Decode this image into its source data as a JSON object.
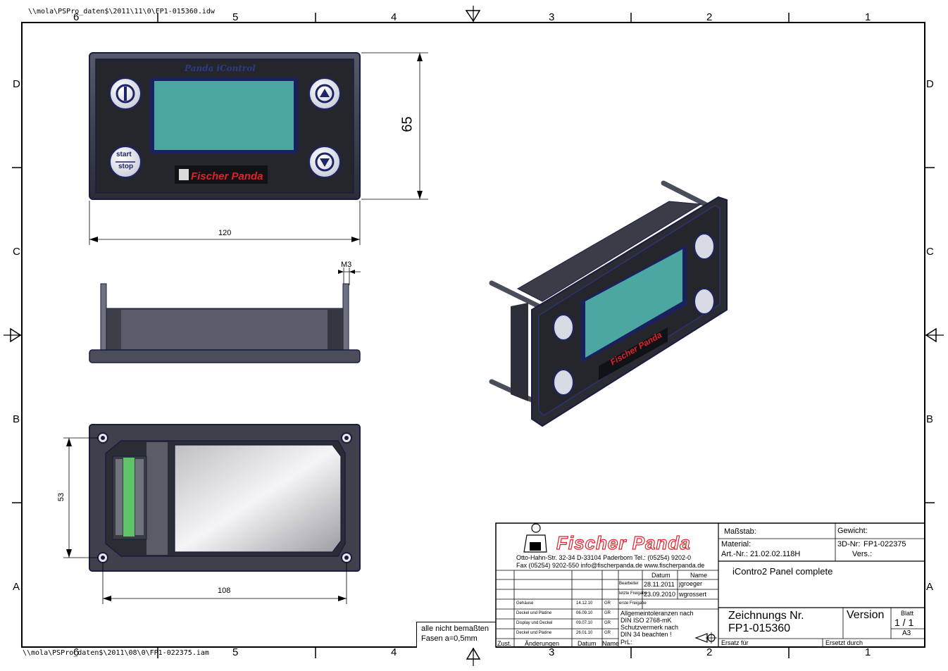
{
  "file_paths": {
    "top": "\\\\mola\\PSPro_daten$\\2011\\11\\0\\FP1-015360.idw",
    "bottom": "\\\\mola\\PSPro_daten$\\2011\\08\\0\\FP1-022375.iam"
  },
  "zones": {
    "columns": [
      "6",
      "5",
      "4",
      "3",
      "2",
      "1"
    ],
    "rows": [
      "D",
      "C",
      "B",
      "A"
    ]
  },
  "dimensions": {
    "width": "120",
    "height": "65",
    "thread": "M3",
    "rear_height": "53",
    "rear_width": "108"
  },
  "panel": {
    "display_label": "Panda iControl",
    "brand": "Fischer Panda",
    "start_label": "start",
    "stop_label": "stop"
  },
  "title_block": {
    "company": "Fischer Panda",
    "address": "Otto-Hahn-Str. 32-34   D-33104 Paderborn   Tel.: (05254) 9202-0",
    "contact": "Fax (05254) 9202-550   info@fischerpanda.de   www.fischerpanda.de",
    "scale_label": "Maßstab:",
    "weight_label": "Gewicht:",
    "material_label": "Material:",
    "article_no": "Art.-Nr.: 21.02.02.118H",
    "model_no_label": "3D-Nr:",
    "model_no": "FP1-022375",
    "version_small_label": "Vers.:",
    "title": "iContro2 Panel complete",
    "drawing_no_label": "Zeichnungs Nr.",
    "drawing_no": "FP1-015360",
    "version_label": "Version",
    "sheet_label": "Blatt",
    "sheet": "1 / 1",
    "format": "A3",
    "replacement_for": "Ersatz für",
    "replaced_by": "Ersetzt durch",
    "date_header": "Datum",
    "name_header": "Name",
    "author_label": "Bearbeiter",
    "author_date": "28.11.2011",
    "author_name": "jgroeger",
    "release_label": "letzte Freigabe",
    "release_date": "23.09.2010",
    "release_name": "wgrossert",
    "approval_label": "erste Freigabe",
    "tolerance": "Allgemeintoleranzen nach",
    "iso": "DIN ISO 2768-mK",
    "protection": "Schutzvermerk nach",
    "din34": "DIN 34 beachten !",
    "check_label": "PrL:",
    "revision_header_zust": "Zust.",
    "revision_header_changes": "Änderungen",
    "revision_header_date": "Datum",
    "revision_header_name": "Name",
    "revisions": [
      {
        "text": "Gehäuse",
        "date": "14.12.10",
        "name": "GR"
      },
      {
        "text": "Deckel und Platine",
        "date": "06.09.10",
        "name": "GR"
      },
      {
        "text": "Display und Deckel",
        "date": "09.07.10",
        "name": "GR"
      },
      {
        "text": "Deckel und Platine",
        "date": "26.01.10",
        "name": "GR"
      }
    ],
    "note_line1": "alle nicht bemaßten",
    "note_line2": "Fasen a=0,5mm"
  }
}
